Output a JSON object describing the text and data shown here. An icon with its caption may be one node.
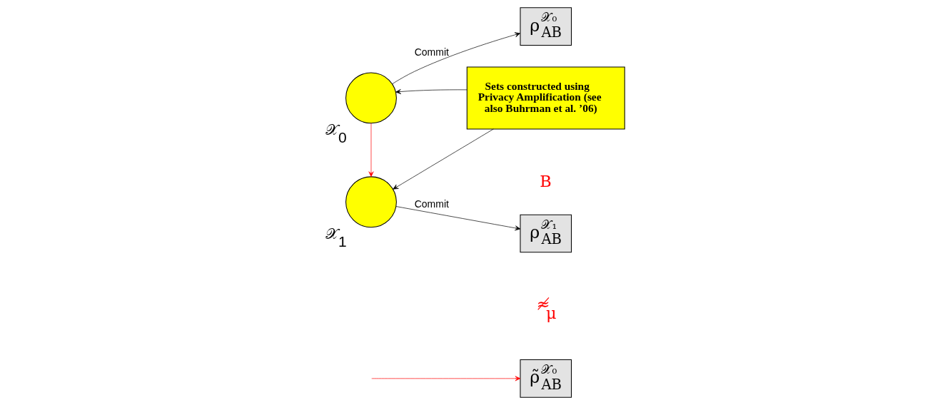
{
  "diagram": {
    "nodes": [
      {
        "text": [],
        "shape": "circle",
        "beside": [
          "𝒳$_{0}$"
        ]
      },
      {
        "text": [
          "ρ$^{𝒳₀}$$_{AB}$"
        ]
      },
      {
        "text": [
          "Sets constructed using Privacy Amplification (see also Buhrman et al. ’06)"
        ]
      },
      {
        "text": [],
        "shape": "circle",
        "beside": [
          "𝒳$_{1}$"
        ]
      },
      {
        "text": [
          "ρ$^{𝒳₁}$$_{AB}$"
        ]
      },
      {
        "text": [
          "ρ̃$^{𝒳₀}$$_{AB}$"
        ]
      }
    ],
    "edges": [
      {
        "from": 0,
        "to": 1,
        "arrow": "to",
        "label": "Commit"
      },
      {
        "from": 0,
        "to": 3,
        "arrow": "to",
        "color": "#ff0000"
      },
      {
        "from": 2,
        "to": 0,
        "arrow": "to"
      },
      {
        "from": 2,
        "to": 3,
        "arrow": "to"
      },
      {
        "from": 3,
        "to": 4,
        "arrow": "to",
        "label": "Commit"
      },
      {
        "from": null,
        "to": 5,
        "arrow": "to",
        "color": "#ff0000"
      }
    ],
    "labels": [
      "B",
      "≉$_{μ}$"
    ]
  }
}
